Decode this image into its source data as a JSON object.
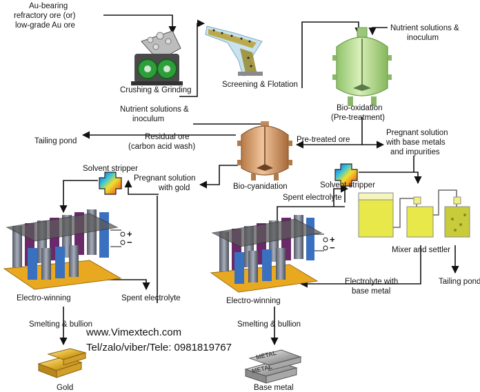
{
  "labels": {
    "ore_line1": "Au-bearing",
    "ore_line2": "refractory ore (or)",
    "ore_line3": "low-grade Au ore",
    "crushing": "Crushing & Grinding",
    "screening": "Screening & Flotation",
    "nutrient_top_line1": "Nutrient solutions &",
    "nutrient_top_line2": "inoculum",
    "biox_line1": "Bio-oxidation",
    "biox_line2": "(Pre-treatment)",
    "nutrient_mid_line1": "Nutrient solutions &",
    "nutrient_mid_line2": "inoculum",
    "tailing_pond_left": "Tailing pond",
    "residual_line1": "Residual ore",
    "residual_line2": "(carbon acid wash)",
    "pretreated": "Pre-treated ore",
    "pregnant_base_line1": "Pregnant solution",
    "pregnant_base_line2": "with base metals",
    "pregnant_base_line3": "and impurities",
    "solvent_left": "Solvent stripper",
    "pregnant_gold_line1": "Pregnant solution",
    "pregnant_gold_line2": "with gold",
    "biocyan": "Bio-cyanidation",
    "solvent_right": "Solvent stripper",
    "spent_top": "Spent electrolyte",
    "mixer": "Mixer and settler",
    "tailing_pond_right": "Tailing pond",
    "ew_left": "Electro-winning",
    "spent_left": "Spent electrolyte",
    "electrolyte_line1": "Electrolyte with",
    "electrolyte_line2": "base metal",
    "ew_right": "Electro-winning",
    "smelting_left": "Smelting & bullion",
    "smelting_right": "Smelting & bullion",
    "gold": "Gold",
    "base_metal": "Base metal",
    "plus": "+",
    "minus": "−",
    "bar_text": "METAL"
  },
  "watermark": {
    "site": "www.Vimextech.com",
    "phone": "Tel/zalo/viber/Tele: 0981819767"
  },
  "colors": {
    "reactor_green": "#b8dc8c",
    "reactor_copper": "#d9a070",
    "solution_yellow": "#e8e84a",
    "gold": "#e0b030",
    "electrode_base": "#e8a920",
    "arrow": "#111111"
  }
}
